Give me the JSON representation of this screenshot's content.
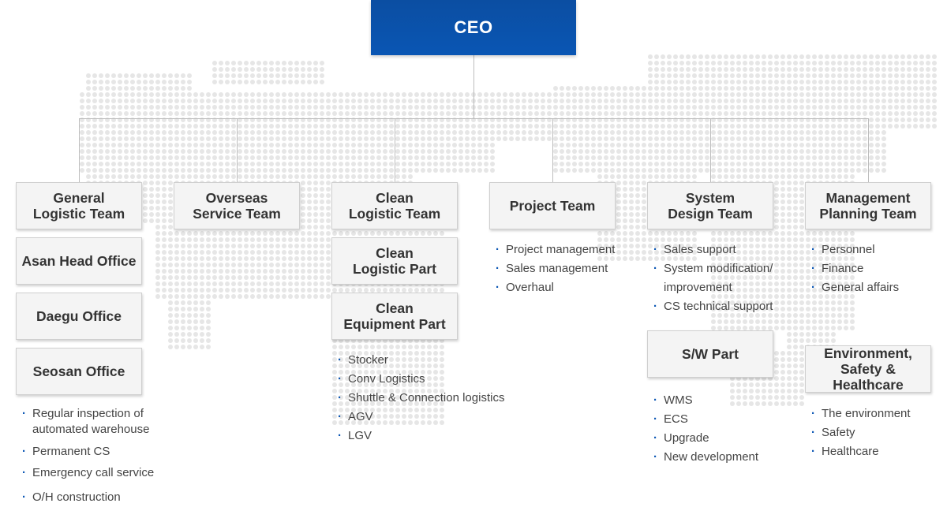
{
  "ceo": {
    "label": "CEO"
  },
  "colors": {
    "ceo_blue": "#0a56b4",
    "box_bg": "#f4f4f4",
    "line": "#bdbdbd",
    "map_dot": "#e6e6e6"
  },
  "columns": [
    {
      "boxes": [
        "General\nLogistic Team",
        "Asan Head Office",
        "Daegu Office",
        "Seosan Office"
      ],
      "items": [
        "Regular inspection of\nautomated warehouse",
        "Permanent CS",
        "Emergency call service",
        "O/H construction"
      ]
    },
    {
      "boxes": [
        "Overseas\nService Team"
      ],
      "items": []
    },
    {
      "boxes": [
        "Clean\nLogistic Team",
        "Clean\nLogistic Part",
        "Clean\nEquipment Part"
      ],
      "items": [
        "Stocker",
        "Conv Logistics",
        "Shuttle & Connection logistics",
        "AGV",
        "LGV"
      ]
    },
    {
      "boxes": [
        "Project Team"
      ],
      "items": [
        "Project management",
        "Sales management",
        "Overhaul"
      ]
    },
    {
      "boxes": [
        "System\nDesign Team",
        "S/W Part"
      ],
      "items": [
        "Sales support",
        "System modification/\nimprovement",
        "CS technical support"
      ],
      "items2": [
        "WMS",
        "ECS",
        "Upgrade",
        "New development"
      ]
    },
    {
      "boxes": [
        "Management\nPlanning Team",
        "Environment,\nSafety & Healthcare"
      ],
      "items": [
        "Personnel",
        "Finance",
        "General affairs"
      ],
      "items2": [
        "The environment",
        "Safety",
        "Healthcare"
      ]
    }
  ]
}
